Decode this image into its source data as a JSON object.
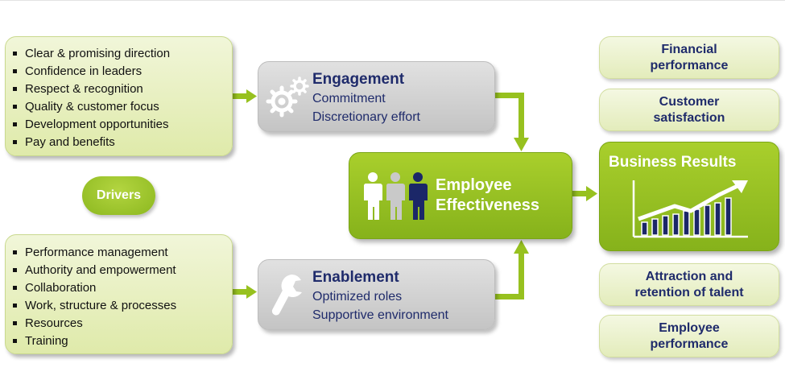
{
  "drivers": {
    "label": "Drivers",
    "top_items": [
      "Clear & promising direction",
      "Confidence in leaders",
      "Respect & recognition",
      "Quality & customer focus",
      "Development opportunities",
      "Pay and benefits"
    ],
    "bottom_items": [
      "Performance management",
      "Authority and empowerment",
      "Collaboration",
      "Work, structure & processes",
      "Resources",
      "Training"
    ]
  },
  "engagement": {
    "title": "Engagement",
    "lines": [
      "Commitment",
      "Discretionary effort"
    ],
    "icon": "gears-icon"
  },
  "enablement": {
    "title": "Enablement",
    "lines": [
      "Optimized roles",
      "Supportive environment"
    ],
    "icon": "wrench-icon"
  },
  "effectiveness": {
    "lines": [
      "Employee",
      "Effectiveness"
    ],
    "icon": "people-icon"
  },
  "business_results": {
    "title": "Business Results",
    "icon": "rising-bar-chart-icon"
  },
  "results": [
    {
      "lines": [
        "Financial",
        "performance"
      ]
    },
    {
      "lines": [
        "Customer",
        "satisfaction"
      ]
    },
    {
      "lines": [
        "Attraction and",
        "retention of talent"
      ]
    },
    {
      "lines": [
        "Employee",
        "performance"
      ]
    }
  ],
  "colors": {
    "green": "#97c11f",
    "light_green": "#e6efbf",
    "gray": "#cfcfcf",
    "navy": "#1f2b6b",
    "dark_figure": "#1b2768"
  }
}
